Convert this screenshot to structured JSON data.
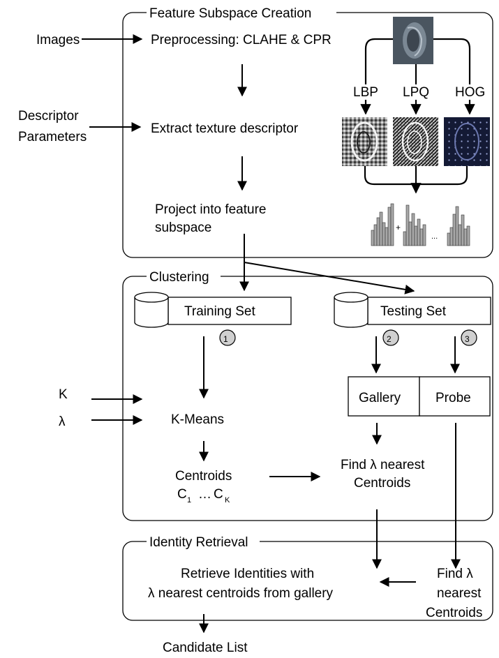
{
  "sections": {
    "feature": {
      "title": "Feature Subspace Creation",
      "step1": "Preprocessing: CLAHE & CPR",
      "step2": "Extract texture descriptor",
      "step3_line1": "Project into feature",
      "step3_line2": "subspace",
      "descriptors": [
        "LBP",
        "LPQ",
        "HOG"
      ],
      "hist_plus": "+",
      "hist_dots": "..."
    },
    "clustering": {
      "title": "Clustering",
      "training_set": "Training Set",
      "testing_set": "Testing Set",
      "badges": [
        "1",
        "2",
        "3"
      ],
      "gallery": "Gallery",
      "probe": "Probe",
      "kmeans": "K-Means",
      "centroids_line1": "Centroids",
      "centroids_c": "C",
      "centroids_sub1": "1",
      "centroids_dots": "…",
      "centroids_sub2": "K",
      "find_line1": "Find λ nearest",
      "find_line2": "Centroids"
    },
    "retrieval": {
      "title": "Identity Retrieval",
      "retrieve_line1": "Retrieve Identities with",
      "retrieve_line2": "λ nearest centroids  from gallery",
      "find_line1": "Find λ",
      "find_line2": "nearest",
      "find_line3": "Centroids"
    }
  },
  "inputs": {
    "images": "Images",
    "descriptor_line1": "Descriptor",
    "descriptor_line2": "Parameters",
    "k": "K",
    "lambda": "λ"
  },
  "output": "Candidate List"
}
